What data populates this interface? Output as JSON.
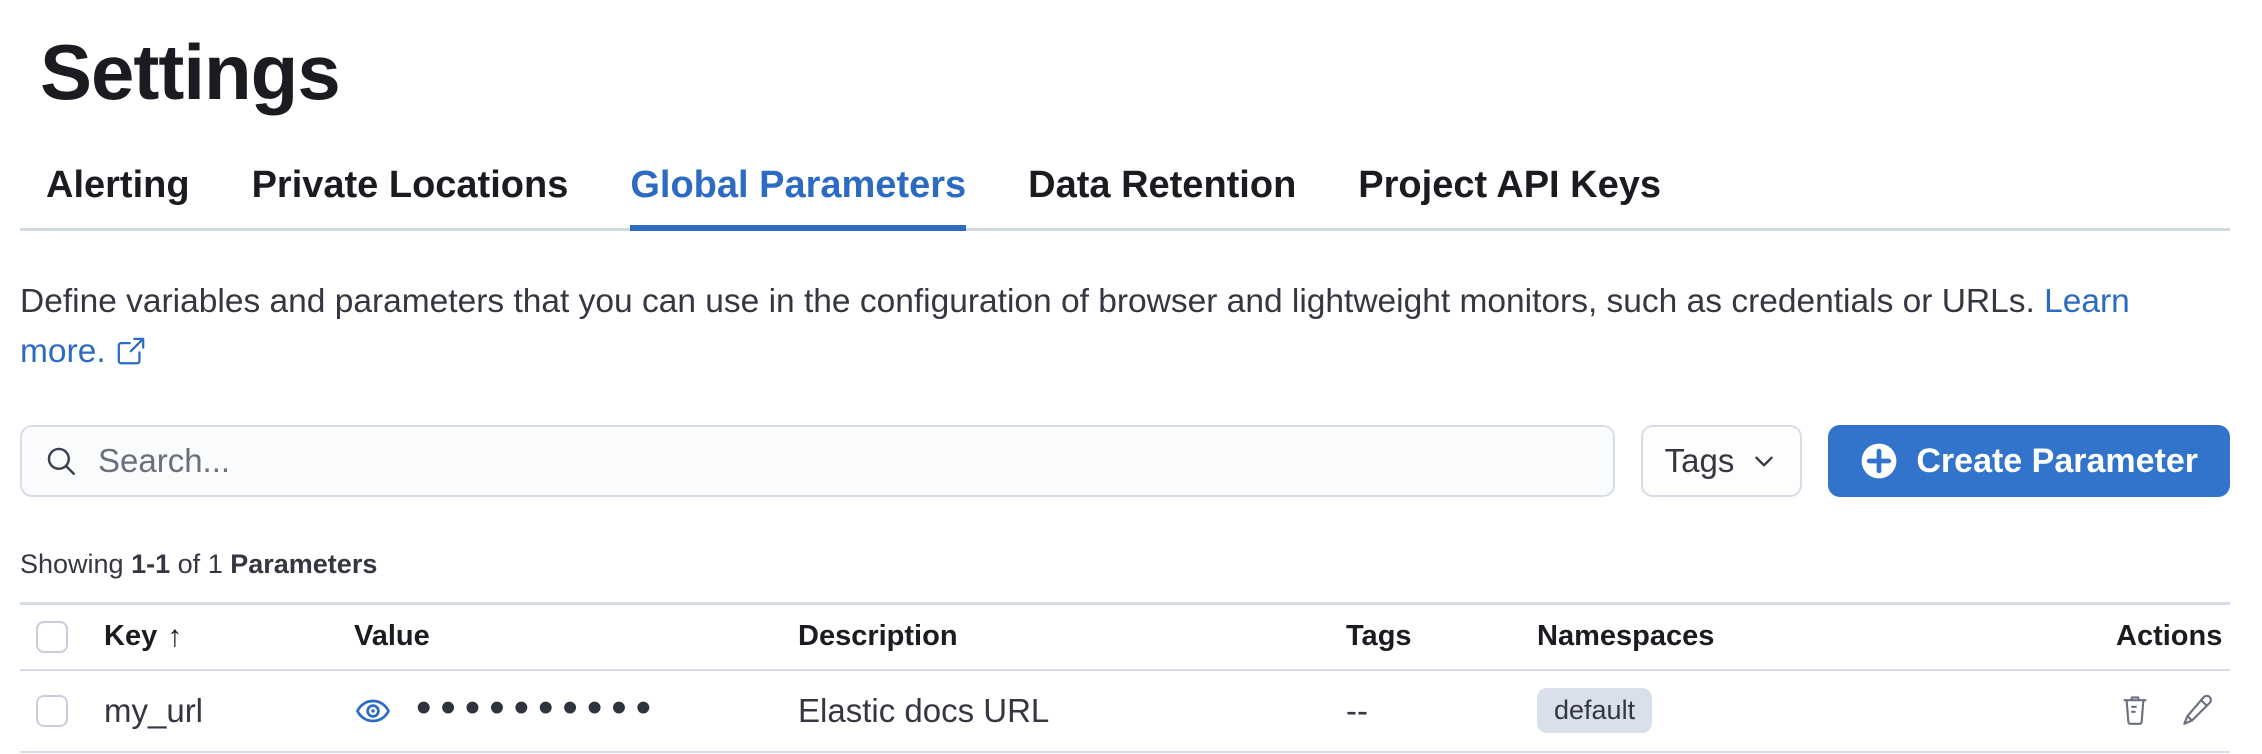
{
  "page": {
    "title": "Settings"
  },
  "tabs": [
    {
      "label": "Alerting",
      "active": false
    },
    {
      "label": "Private Locations",
      "active": false
    },
    {
      "label": "Global Parameters",
      "active": true
    },
    {
      "label": "Data Retention",
      "active": false
    },
    {
      "label": "Project API Keys",
      "active": false
    }
  ],
  "description": {
    "text": "Define variables and parameters that you can use in the configuration of browser and lightweight monitors, such as credentials or URLs.",
    "link_label": "Learn more."
  },
  "toolbar": {
    "search_placeholder": "Search...",
    "search_value": "",
    "tags_label": "Tags",
    "create_label": "Create Parameter"
  },
  "summary": {
    "showing_label": "Showing",
    "range": "1-1",
    "of_label": "of",
    "total": "1",
    "entity_label": "Parameters"
  },
  "table": {
    "columns": [
      "Key",
      "Value",
      "Description",
      "Tags",
      "Namespaces",
      "Actions"
    ],
    "sort_column": "Key",
    "sort_direction": "asc",
    "sort_indicator": "↑",
    "rows": [
      {
        "key": "my_url",
        "value_masked": "••••••••••",
        "description": "Elastic docs URL",
        "tags": "--",
        "namespaces": [
          "default"
        ]
      }
    ]
  },
  "icons": {
    "search": "magnifier",
    "tags_dropdown": "chevron-down",
    "create": "plus-in-circle",
    "learn_more": "external-link-popout",
    "value_reveal": "eye",
    "row_delete": "trash",
    "row_edit": "pencil"
  },
  "colors": {
    "accent_blue": "#2d6bc3",
    "button_blue": "#3273cc",
    "heading_text": "#1a1c21",
    "body_text": "#343741",
    "border": "#d6dcea",
    "badge_bg": "#d9dfeb",
    "icon_gray": "#6b707e"
  }
}
